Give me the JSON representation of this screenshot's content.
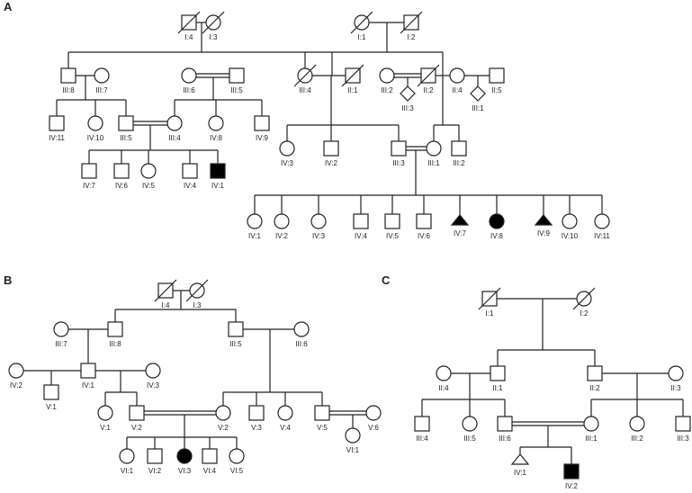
{
  "panels": [
    {
      "id": "A",
      "label": "A",
      "members": [
        {
          "id": "I:4",
          "label": "I:4",
          "sex": "male",
          "deceased": true,
          "affected": false
        },
        {
          "id": "I:3",
          "label": "I:3",
          "sex": "female",
          "deceased": true,
          "affected": false
        },
        {
          "id": "I:1",
          "label": "I:1",
          "sex": "female",
          "deceased": true,
          "affected": false
        },
        {
          "id": "I:2",
          "label": "I:2",
          "sex": "male",
          "deceased": true,
          "affected": false
        },
        {
          "id": "III:8",
          "label": "III:8",
          "sex": "male",
          "deceased": false,
          "affected": false
        },
        {
          "id": "III:7",
          "label": "III:7",
          "sex": "female",
          "deceased": false,
          "affected": false
        },
        {
          "id": "III:6",
          "label": "III:6",
          "sex": "female",
          "deceased": false,
          "affected": false
        },
        {
          "id": "III:5",
          "label": "III:5",
          "sex": "male",
          "deceased": false,
          "affected": false
        },
        {
          "id": "III:4",
          "label": "III:4",
          "sex": "female",
          "deceased": true,
          "affected": false
        },
        {
          "id": "II:1",
          "label": "II:1",
          "sex": "male",
          "deceased": true,
          "affected": false
        },
        {
          "id": "III:2",
          "label": "III:2",
          "sex": "female",
          "deceased": false,
          "affected": false
        },
        {
          "id": "II:2",
          "label": "II:2",
          "sex": "male",
          "deceased": true,
          "affected": false
        },
        {
          "id": "II:4",
          "label": "II:4",
          "sex": "female",
          "deceased": false,
          "affected": false
        },
        {
          "id": "II:5",
          "label": "II:5",
          "sex": "male",
          "deceased": false,
          "affected": false
        },
        {
          "id": "III:3",
          "label": "III:3",
          "sex": "unknown",
          "deceased": false,
          "affected": false
        },
        {
          "id": "III:1a",
          "label": "III:1",
          "sex": "unknown",
          "deceased": false,
          "affected": false
        },
        {
          "id": "IV:11a",
          "label": "IV:11",
          "sex": "male",
          "deceased": false,
          "affected": false
        },
        {
          "id": "IV:10a",
          "label": "IV:10",
          "sex": "female",
          "deceased": false,
          "affected": false
        },
        {
          "id": "III:5b",
          "label": "III:5",
          "sex": "male",
          "deceased": false,
          "affected": false
        },
        {
          "id": "III:4b",
          "label": "III:4",
          "sex": "female",
          "deceased": false,
          "affected": false
        },
        {
          "id": "IV:8a",
          "label": "IV:8",
          "sex": "female",
          "deceased": false,
          "affected": false
        },
        {
          "id": "IV:9a",
          "label": "IV:9",
          "sex": "male",
          "deceased": false,
          "affected": false
        },
        {
          "id": "IV:7a",
          "label": "IV:7",
          "sex": "male",
          "deceased": false,
          "affected": false
        },
        {
          "id": "IV:6a",
          "label": "IV:6",
          "sex": "male",
          "deceased": false,
          "affected": false
        },
        {
          "id": "IV:5a",
          "label": "IV:5",
          "sex": "female",
          "deceased": false,
          "affected": false
        },
        {
          "id": "IV:4a",
          "label": "IV:4",
          "sex": "male",
          "deceased": false,
          "affected": false
        },
        {
          "id": "IV:1a",
          "label": "IV:1",
          "sex": "male",
          "deceased": false,
          "affected": true
        },
        {
          "id": "IV:3b",
          "label": "IV:3",
          "sex": "female",
          "deceased": false,
          "affected": false
        },
        {
          "id": "IV:2b",
          "label": "IV:2",
          "sex": "male",
          "deceased": false,
          "affected": false
        },
        {
          "id": "III:3b",
          "label": "III:3",
          "sex": "male",
          "deceased": false,
          "affected": false
        },
        {
          "id": "III:1b",
          "label": "III:1",
          "sex": "female",
          "deceased": false,
          "affected": false
        },
        {
          "id": "III:2b",
          "label": "III:2",
          "sex": "male",
          "deceased": false,
          "affected": false
        },
        {
          "id": "IV:1c",
          "label": "IV:1",
          "sex": "female",
          "deceased": false,
          "affected": false
        },
        {
          "id": "IV:2c",
          "label": "IV:2",
          "sex": "female",
          "deceased": false,
          "affected": false
        },
        {
          "id": "IV:3c",
          "label": "IV:3",
          "sex": "female",
          "deceased": false,
          "affected": false
        },
        {
          "id": "IV:4c",
          "label": "IV:4",
          "sex": "male",
          "deceased": false,
          "affected": false
        },
        {
          "id": "IV:5c",
          "label": "IV:5",
          "sex": "male",
          "deceased": false,
          "affected": false
        },
        {
          "id": "IV:6c",
          "label": "IV:6",
          "sex": "male",
          "deceased": false,
          "affected": false
        },
        {
          "id": "IV:7c",
          "label": "IV:7",
          "sex": "triangle",
          "deceased": false,
          "affected": true
        },
        {
          "id": "IV:8c",
          "label": "IV:8",
          "sex": "female",
          "deceased": false,
          "affected": true
        },
        {
          "id": "IV:9c",
          "label": "IV:9",
          "sex": "triangle",
          "deceased": false,
          "affected": true
        },
        {
          "id": "IV:10c",
          "label": "IV:10",
          "sex": "female",
          "deceased": false,
          "affected": false
        },
        {
          "id": "IV:11c",
          "label": "IV:11",
          "sex": "female",
          "deceased": false,
          "affected": false
        }
      ]
    },
    {
      "id": "B",
      "label": "B",
      "members": [
        {
          "id": "I:4",
          "label": "I:4",
          "sex": "male",
          "deceased": true,
          "affected": false
        },
        {
          "id": "I:3",
          "label": "I:3",
          "sex": "female",
          "deceased": true,
          "affected": false
        },
        {
          "id": "III:7",
          "label": "III:7",
          "sex": "female",
          "deceased": false,
          "affected": false
        },
        {
          "id": "III:8",
          "label": "III:8",
          "sex": "male",
          "deceased": false,
          "affected": false
        },
        {
          "id": "III:5",
          "label": "III:5",
          "sex": "male",
          "deceased": false,
          "affected": false
        },
        {
          "id": "III:6",
          "label": "III:6",
          "sex": "female",
          "deceased": false,
          "affected": false
        },
        {
          "id": "IV:2",
          "label": "IV:2",
          "sex": "female",
          "deceased": false,
          "affected": false
        },
        {
          "id": "IV:1",
          "label": "IV:1",
          "sex": "male",
          "deceased": false,
          "affected": false
        },
        {
          "id": "IV:3",
          "label": "IV:3",
          "sex": "female",
          "deceased": false,
          "affected": false
        },
        {
          "id": "V:1a",
          "label": "V:1",
          "sex": "male",
          "deceased": false,
          "affected": false
        },
        {
          "id": "V:1b",
          "label": "V:1",
          "sex": "female",
          "deceased": false,
          "affected": false
        },
        {
          "id": "V:2a",
          "label": "V:2",
          "sex": "male",
          "deceased": false,
          "affected": false
        },
        {
          "id": "V:2b",
          "label": "V:2",
          "sex": "female",
          "deceased": false,
          "affected": false
        },
        {
          "id": "V:3",
          "label": "V:3",
          "sex": "male",
          "deceased": false,
          "affected": false
        },
        {
          "id": "V:4",
          "label": "V:4",
          "sex": "female",
          "deceased": false,
          "affected": false
        },
        {
          "id": "V:5",
          "label": "V:5",
          "sex": "male",
          "deceased": false,
          "affected": false
        },
        {
          "id": "V:6",
          "label": "V:6",
          "sex": "female",
          "deceased": false,
          "affected": false
        },
        {
          "id": "VI:1b",
          "label": "VI:1",
          "sex": "female",
          "deceased": false,
          "affected": false
        },
        {
          "id": "VI:1",
          "label": "VI:1",
          "sex": "female",
          "deceased": false,
          "affected": false
        },
        {
          "id": "VI:2",
          "label": "VI:2",
          "sex": "male",
          "deceased": false,
          "affected": false
        },
        {
          "id": "VI:3",
          "label": "VI:3",
          "sex": "female",
          "deceased": false,
          "affected": true
        },
        {
          "id": "VI:4",
          "label": "VI:4",
          "sex": "male",
          "deceased": false,
          "affected": false
        },
        {
          "id": "VI:5",
          "label": "VI:5",
          "sex": "female",
          "deceased": false,
          "affected": false
        }
      ]
    },
    {
      "id": "C",
      "label": "C",
      "members": [
        {
          "id": "I:1",
          "label": "I:1",
          "sex": "male",
          "deceased": true,
          "affected": false
        },
        {
          "id": "I:2",
          "label": "I:2",
          "sex": "female",
          "deceased": true,
          "affected": false
        },
        {
          "id": "II:4",
          "label": "II:4",
          "sex": "female",
          "deceased": false,
          "affected": false
        },
        {
          "id": "II:1",
          "label": "II:1",
          "sex": "male",
          "deceased": false,
          "affected": false
        },
        {
          "id": "II:2",
          "label": "II:2",
          "sex": "male",
          "deceased": false,
          "affected": false
        },
        {
          "id": "II:3",
          "label": "II:3",
          "sex": "female",
          "deceased": false,
          "affected": false
        },
        {
          "id": "III:4",
          "label": "III:4",
          "sex": "male",
          "deceased": false,
          "affected": false
        },
        {
          "id": "III:5",
          "label": "III:5",
          "sex": "female",
          "deceased": false,
          "affected": false
        },
        {
          "id": "III:6",
          "label": "III:6",
          "sex": "male",
          "deceased": false,
          "affected": false
        },
        {
          "id": "III:1",
          "label": "III:1",
          "sex": "female",
          "deceased": false,
          "affected": false
        },
        {
          "id": "III:2",
          "label": "III:2",
          "sex": "female",
          "deceased": false,
          "affected": false
        },
        {
          "id": "III:3",
          "label": "III:3",
          "sex": "male",
          "deceased": false,
          "affected": false
        },
        {
          "id": "IV:1",
          "label": "IV:1",
          "sex": "triangle",
          "deceased": false,
          "affected": false
        },
        {
          "id": "IV:2",
          "label": "IV:2",
          "sex": "male",
          "deceased": false,
          "affected": true
        }
      ]
    }
  ],
  "colors": {
    "line": "#222222",
    "fill_affected": "#000000",
    "background": "#ffffff"
  }
}
